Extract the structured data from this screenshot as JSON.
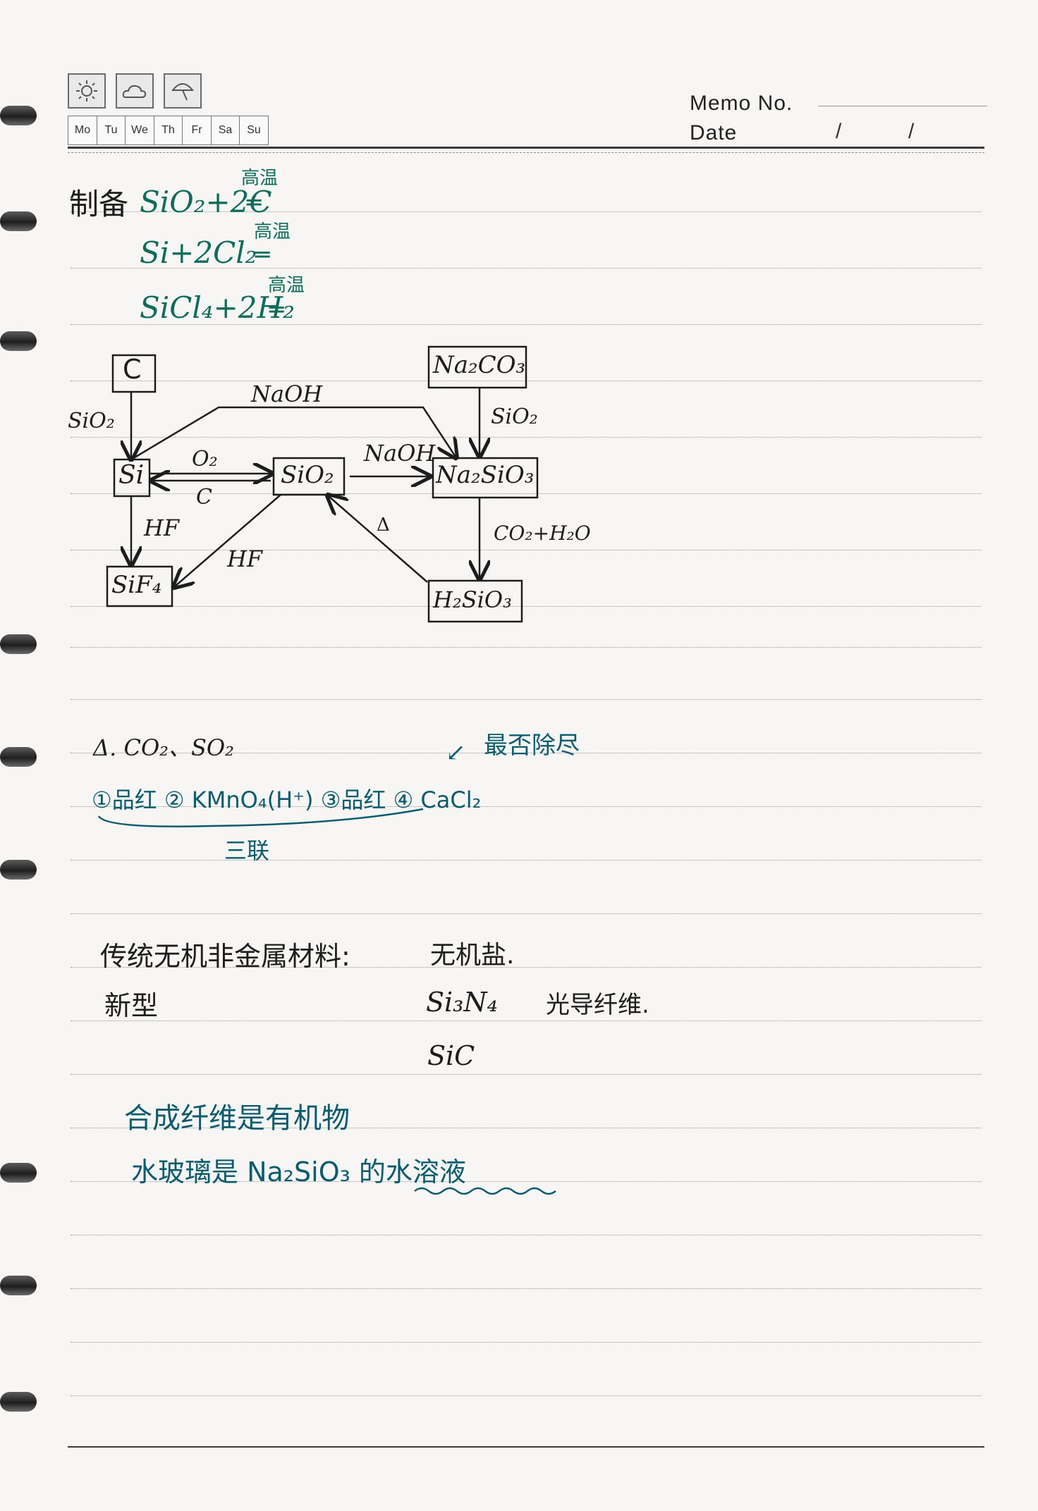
{
  "header": {
    "weekdays": [
      "Mo",
      "Tu",
      "We",
      "Th",
      "Fr",
      "Sa",
      "Su"
    ],
    "memo_label": "Memo No.",
    "date_label": "Date",
    "date_sep": "/"
  },
  "weather_icons": [
    "sun-icon",
    "cloud-icon",
    "umbrella-icon"
  ],
  "prep": {
    "label": "制备",
    "eq1": "SiO₂+2C",
    "eq2": "Si+2Cl₂",
    "eq3": "SiCl₄+2H₂",
    "cond": "高温"
  },
  "diagram": {
    "nodes": {
      "c": "C",
      "si": "Si",
      "sio2": "SiO₂",
      "sif4": "SiF₄",
      "na2co3": "Na₂CO₃",
      "na2sio3": "Na₂SiO₃",
      "h2sio3": "H₂SiO₃"
    },
    "edges": {
      "sio2_left": "SiO₂",
      "naoh_top": "NaOH",
      "o2": "O₂",
      "c_back": "C",
      "naoh_mid": "NaOH",
      "sio2_right": "SiO₂",
      "hf_left": "HF",
      "hf_mid": "HF",
      "heat": "Δ",
      "co2_h2o": "CO₂+H₂O"
    }
  },
  "section2": {
    "title": "Δ. CO₂、SO₂",
    "steps": "①品红  ② KMnO₄(H⁺)  ③品红    ④ CaCl₂",
    "note_arrow": "最否除尽",
    "brace_label": "三联"
  },
  "section3": {
    "line1_left": "传统无机非金属材料:",
    "line1_right": "无机盐.",
    "line2_left": "新型",
    "line2_mid": "Si₃N₄",
    "line2_right": "光导纤维.",
    "line3": "SiC"
  },
  "section4": {
    "line1": "合成纤维是有机物",
    "line2": "水玻璃是 Na₂SiO₃ 的水溶液"
  }
}
